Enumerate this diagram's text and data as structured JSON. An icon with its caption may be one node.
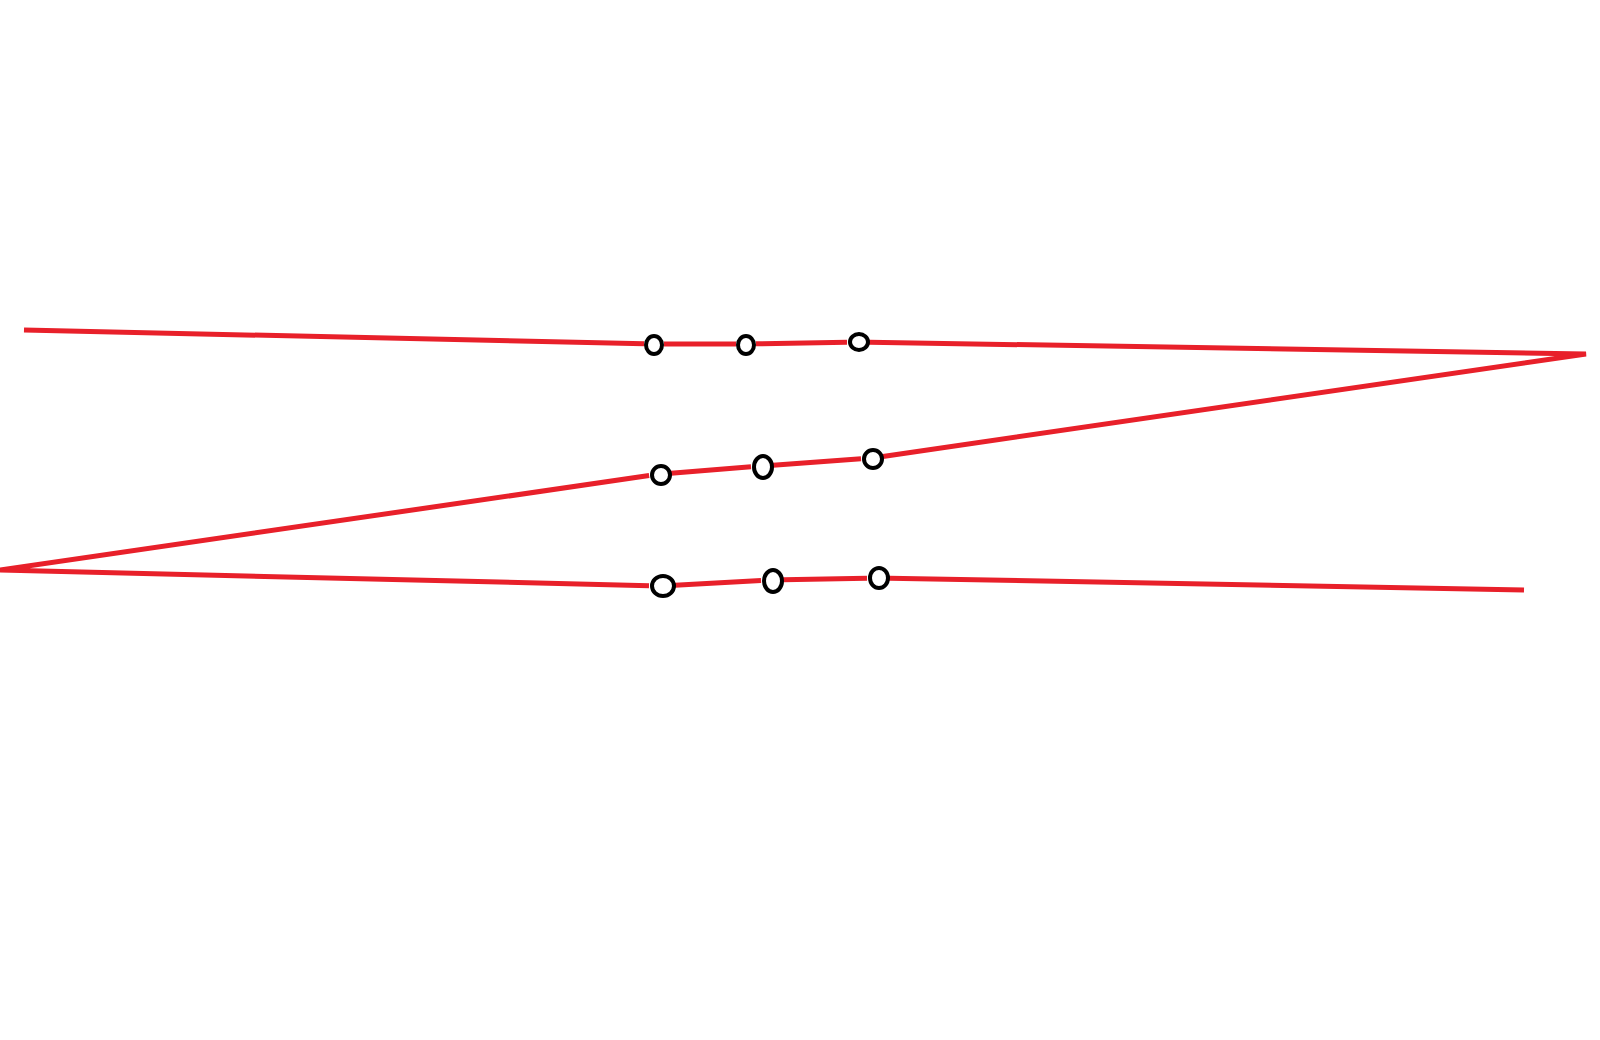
{
  "diagram": {
    "nodes": [
      {
        "text": [],
        "shape": "circle"
      },
      {
        "text": [],
        "shape": "circle"
      },
      {
        "text": [],
        "shape": "circle"
      },
      {
        "text": [],
        "shape": "circle"
      },
      {
        "text": [],
        "shape": "circle"
      },
      {
        "text": [],
        "shape": "circle"
      },
      {
        "text": [],
        "shape": "circle"
      },
      {
        "text": [],
        "shape": "circle"
      },
      {
        "text": [],
        "shape": "circle"
      }
    ],
    "edges": [
      {
        "from": null,
        "to": 0,
        "arrow": "none"
      },
      {
        "from": 0,
        "to": 1,
        "arrow": "none"
      },
      {
        "from": 1,
        "to": 2,
        "arrow": "none"
      },
      {
        "from": 2,
        "to": 5,
        "arrow": "none"
      },
      {
        "from": 5,
        "to": 4,
        "arrow": "none"
      },
      {
        "from": 4,
        "to": 3,
        "arrow": "none"
      },
      {
        "from": 3,
        "to": 6,
        "arrow": "none"
      },
      {
        "from": 6,
        "to": 7,
        "arrow": "none"
      },
      {
        "from": 7,
        "to": 8,
        "arrow": "none"
      },
      {
        "from": 8,
        "to": null,
        "arrow": "none"
      }
    ]
  }
}
